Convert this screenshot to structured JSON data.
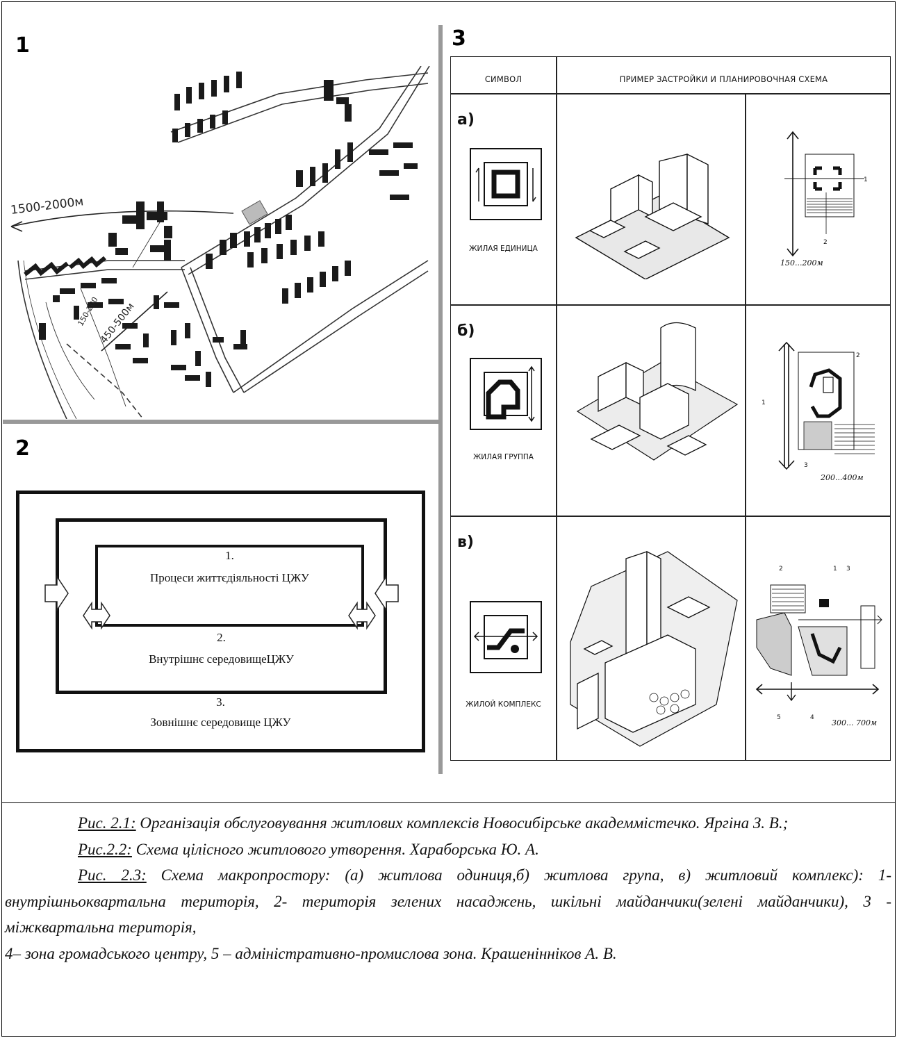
{
  "panels": {
    "p1": {
      "number": "1"
    },
    "p2": {
      "number": "2",
      "items": [
        {
          "n": "1.",
          "text": "Процеси життєдіяльності ЦЖУ"
        },
        {
          "n": "2.",
          "text": "Внутрішнє середовищеЦЖУ"
        },
        {
          "n": "3.",
          "text": "Зовнішнє середовище ЦЖУ"
        }
      ]
    },
    "p3": {
      "number": "3",
      "header_symbol": "СИМВОЛ",
      "header_example": "ПРИМЕР ЗАСТРОЙКИ И ПЛАНИРОВОЧНАЯ СХЕМА",
      "rows": [
        {
          "letter": "а)",
          "label": "ЖИЛАЯ ЕДИНИЦА",
          "scale": "150...200м"
        },
        {
          "letter": "б)",
          "label": "ЖИЛАЯ ГРУППА",
          "scale": "200...400м"
        },
        {
          "letter": "в)",
          "label": "ЖИЛОЙ КОМПЛЕКС",
          "scale": "300... 700м"
        }
      ]
    }
  },
  "map": {
    "dist_1": "1500-2000м",
    "dist_2": "450-500м",
    "dist_3": "150-200"
  },
  "caption": {
    "c1_ref": "Рис. 2.1:",
    "c1_text": " Організація обслуговування житлових комплексів Новосибірське академмістечко. Яргіна З. В.;",
    "c2_ref": "Рис.2.2:",
    "c2_text": "  Схема цілісного житлового утворення. Хараборська Ю. А.",
    "c3_ref": "Рис. 2.3:",
    "c3_text": " Схема макропростору: (а) житлова одиниця,б) житлова група, в) житловий комплекс): 1-внутрішньоквартальна територія, 2- територія зелених насаджень, шкільні майданчики(зелені майданчики), 3 - міжквартальна територія,",
    "c4_text": "4– зона громадського центру, 5 – адміністративно-промислова зона. Крашеніннiков А. В."
  }
}
